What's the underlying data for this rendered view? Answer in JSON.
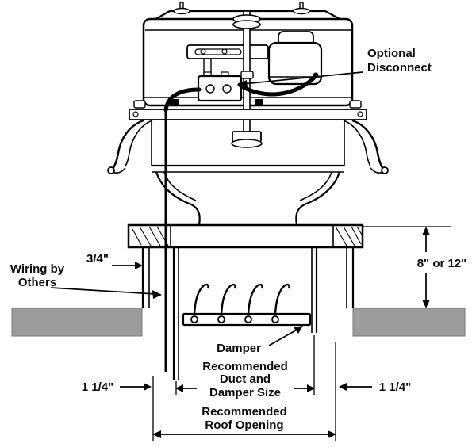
{
  "labels": {
    "optional_line1": "Optional",
    "optional_line2": "Disconnect",
    "wiring_line1": "Wiring by",
    "wiring_line2": "Others",
    "dim_three_quarter": "3/4\"",
    "dim_eight_or_twelve": "8\" or 12\"",
    "damper": "Damper",
    "dim_left_gap": "1 1/4\"",
    "dim_right_gap": "1 1/4\"",
    "duct_line1": "Recommended",
    "duct_line2": "Duct and",
    "duct_line3": "Damper Size",
    "roof_line1": "Recommended",
    "roof_line2": "Roof Opening"
  },
  "colors": {
    "line": "#000000",
    "roof_deck": "#9c9c9c",
    "background": "#ffffff"
  }
}
